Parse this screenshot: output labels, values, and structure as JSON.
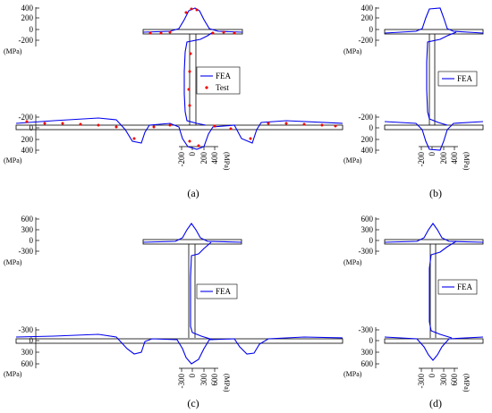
{
  "colors": {
    "fea": "#0000ee",
    "test": "#ee0000",
    "section": "#000000"
  },
  "captions": [
    "(a)",
    "(b)",
    "(c)",
    "(d)"
  ],
  "legend": {
    "fea": "FEA",
    "test": "Test"
  },
  "unit": "(MPa)",
  "panels": {
    "a": {
      "top_ticks": [
        "400",
        "200",
        "0",
        "-200"
      ],
      "bottom_ticks": [
        "-200",
        "0",
        "200",
        "400"
      ],
      "web_ticks": [
        "-200",
        "0",
        "200",
        "400"
      ]
    },
    "b": {
      "top_ticks": [
        "400",
        "200",
        "0",
        "-200"
      ],
      "bottom_ticks": [
        "-200",
        "0",
        "200",
        "400"
      ],
      "web_ticks": [
        "-200",
        "0",
        "200",
        "400"
      ]
    },
    "c": {
      "top_ticks": [
        "600",
        "300",
        "0",
        "-300"
      ],
      "bottom_ticks": [
        "-300",
        "0",
        "300",
        "600"
      ],
      "web_ticks": [
        "-300",
        "0",
        "300",
        "600"
      ]
    },
    "d": {
      "top_ticks": [
        "600",
        "300",
        "0",
        "-300"
      ],
      "bottom_ticks": [
        "-300",
        "0",
        "300",
        "600"
      ],
      "web_ticks": [
        "-300",
        "0",
        "300",
        "600"
      ]
    }
  }
}
